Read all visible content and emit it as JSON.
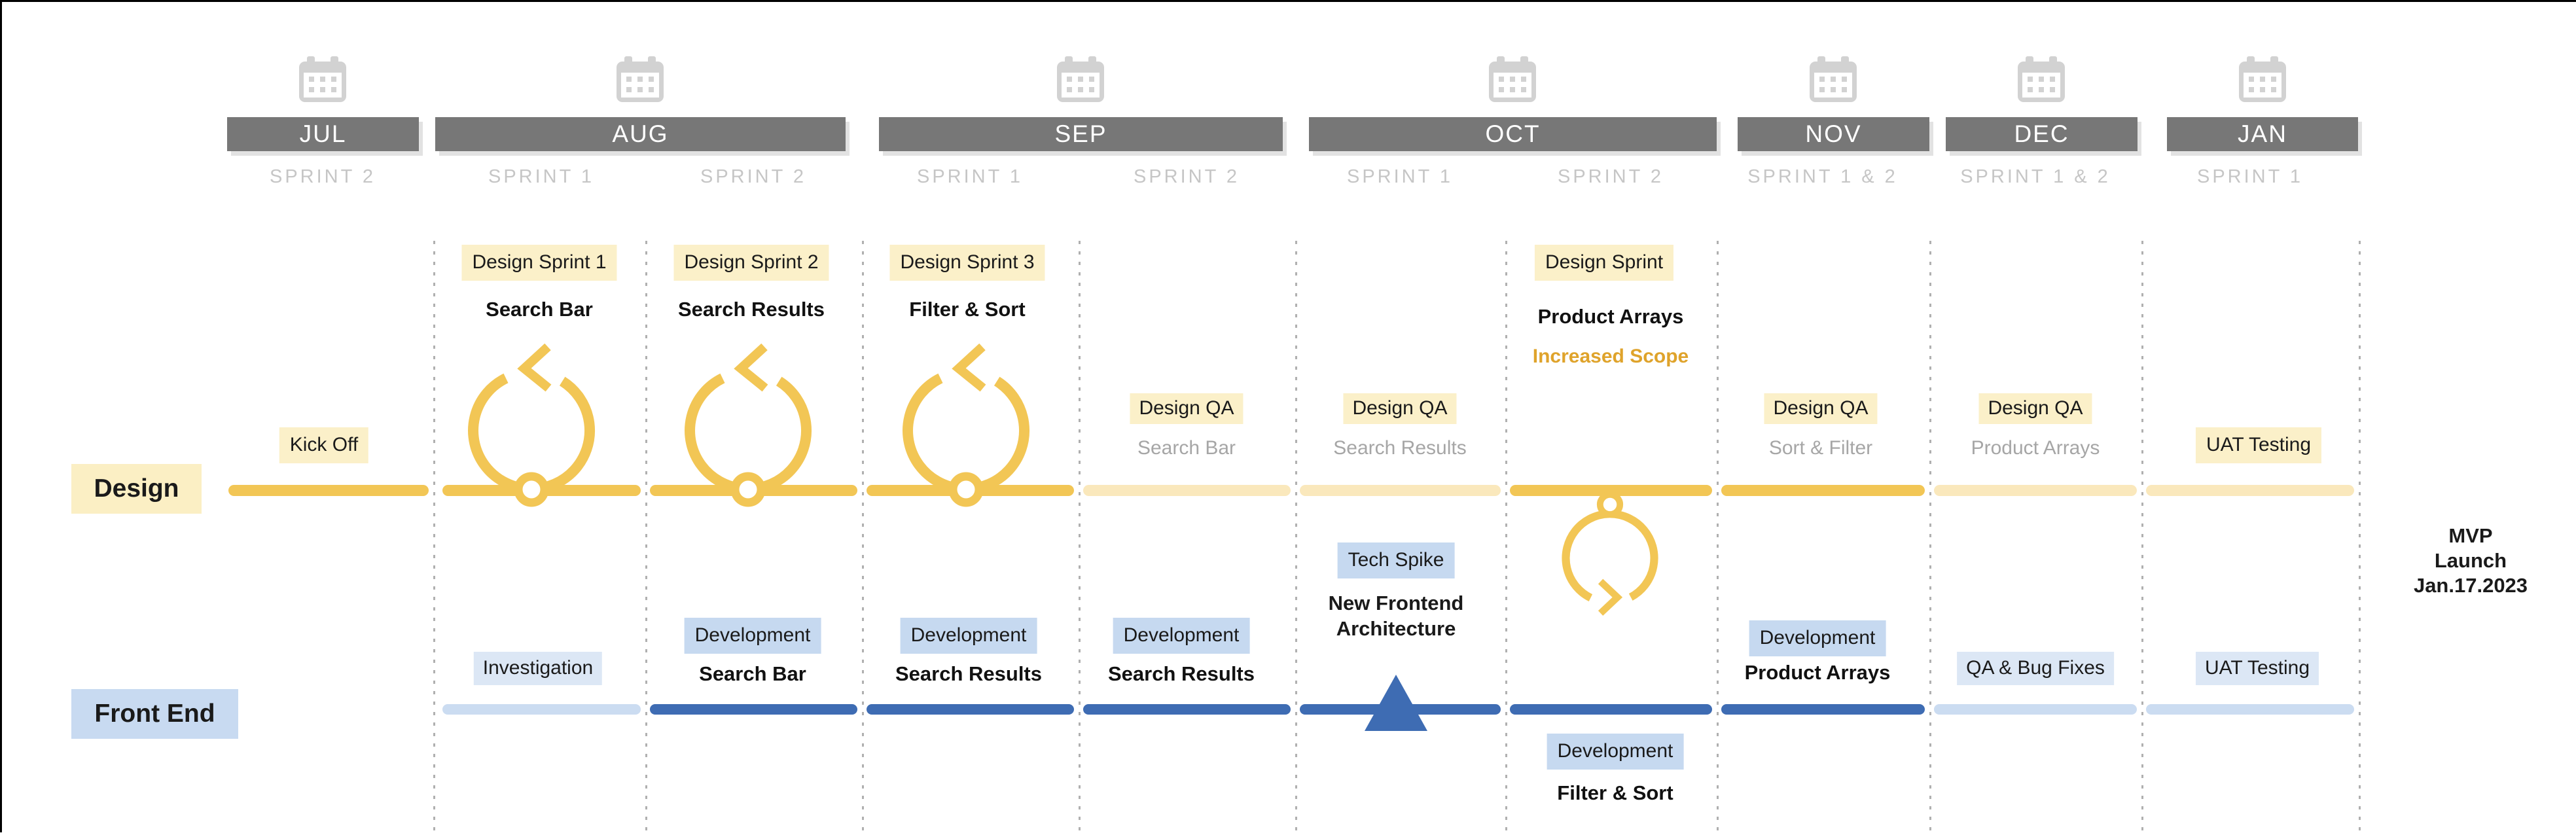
{
  "tracks": {
    "design": "Design",
    "frontend": "Front End"
  },
  "months": [
    {
      "label": "JUL"
    },
    {
      "label": "AUG"
    },
    {
      "label": "SEP"
    },
    {
      "label": "OCT"
    },
    {
      "label": "NOV"
    },
    {
      "label": "DEC"
    },
    {
      "label": "JAN"
    }
  ],
  "sprints": [
    {
      "label": "SPRINT 2"
    },
    {
      "label": "SPRINT 1"
    },
    {
      "label": "SPRINT 2"
    },
    {
      "label": "SPRINT 1"
    },
    {
      "label": "SPRINT 2"
    },
    {
      "label": "SPRINT 1"
    },
    {
      "label": "SPRINT 2"
    },
    {
      "label": "SPRINT 1 & 2"
    },
    {
      "label": "SPRINT 1 & 2"
    },
    {
      "label": "SPRINT 1"
    }
  ],
  "design_row": {
    "kickoff": "Kick Off",
    "sprint_cards": [
      {
        "tag": "Design Sprint 1",
        "feature": "Search Bar"
      },
      {
        "tag": "Design Sprint 2",
        "feature": "Search Results"
      },
      {
        "tag": "Design Sprint 3",
        "feature": "Filter & Sort"
      },
      {
        "tag": "Design Sprint",
        "feature": "Product Arrays",
        "note": "Increased Scope"
      }
    ],
    "qa_cards": [
      {
        "tag": "Design QA",
        "feature": "Search Bar"
      },
      {
        "tag": "Design QA",
        "feature": "Search Results"
      },
      {
        "tag": "Design QA",
        "feature": "Sort & Filter"
      },
      {
        "tag": "Design QA",
        "feature": "Product Arrays"
      }
    ],
    "uat": "UAT Testing"
  },
  "frontend_row": {
    "investigation": "Investigation",
    "dev_cards": [
      {
        "tag": "Development",
        "feature": "Search Bar"
      },
      {
        "tag": "Development",
        "feature": "Search Results"
      },
      {
        "tag": "Development",
        "feature": "Search Results"
      },
      {
        "tag": "Development",
        "feature": "Filter & Sort"
      },
      {
        "tag": "Development",
        "feature": "Product Arrays"
      }
    ],
    "tech_spike": {
      "tag": "Tech Spike",
      "line1": "New Frontend",
      "line2": "Architecture"
    },
    "qa_bug_fixes": "QA & Bug Fixes",
    "uat": "UAT Testing"
  },
  "milestone": {
    "line1": "MVP",
    "line2": "Launch",
    "line3": "Jan.17.2023"
  },
  "colors": {
    "design_accent": "#F2C655",
    "design_pale": "#FAE8BC",
    "design_tag_bg": "#FBF0C9",
    "scope_note": "#DFA32B",
    "frontend_accent": "#3E6CB3",
    "frontend_pale": "#CBDCF1",
    "frontend_tag_bg": "#C6D9F0",
    "frontend_tag_bg_light": "#DCE7F5",
    "month_bar": "#777777"
  }
}
